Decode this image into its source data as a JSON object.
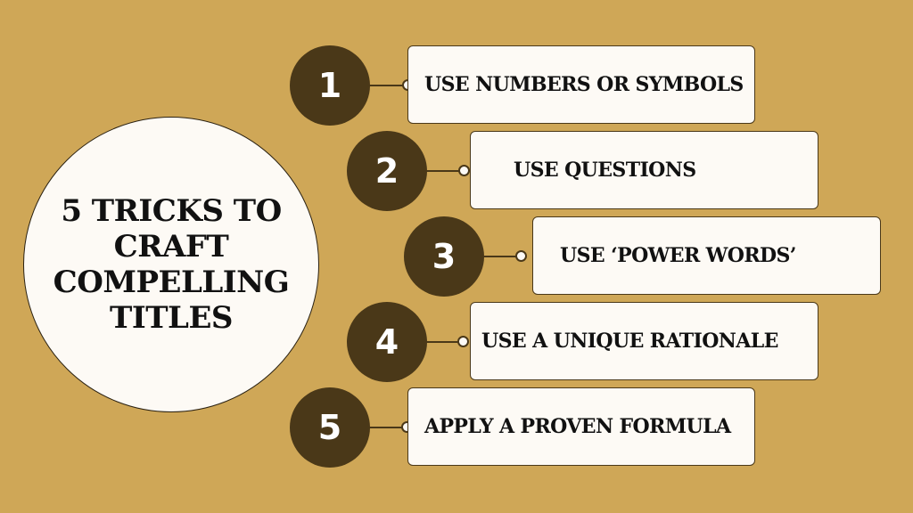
{
  "title": "5 TRICKS TO CRAFT COMPELLING TITLES",
  "colors": {
    "background": "#cfa757",
    "number_circle": "#4a3818",
    "card_fill": "#fdfaf5",
    "text": "#111111"
  },
  "steps": [
    {
      "number": "1",
      "label": "USE NUMBERS OR SYMBOLS"
    },
    {
      "number": "2",
      "label": "USE QUESTIONS"
    },
    {
      "number": "3",
      "label": "USE ‘POWER WORDS’"
    },
    {
      "number": "4",
      "label": "USE A UNIQUE RATIONALE"
    },
    {
      "number": "5",
      "label": "APPLY A PROVEN FORMULA"
    }
  ]
}
